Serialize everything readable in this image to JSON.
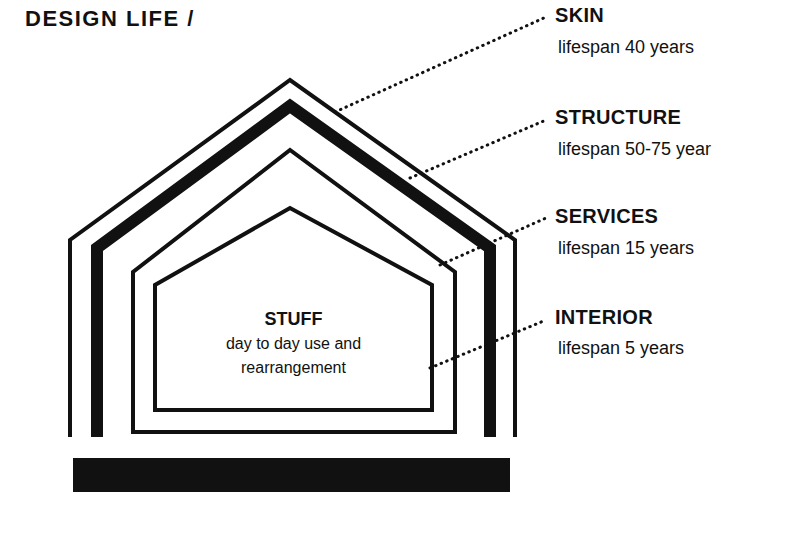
{
  "diagram": {
    "title": "DESIGN LIFE /",
    "nodes": [
      {
        "text": [
          "STUFF",
          "day to day use and rearrangement"
        ]
      }
    ],
    "labels": [
      "SKIN",
      "lifespan 40 years",
      "STRUCTURE",
      "lifespan 50-75 year",
      "SERVICES",
      "lifespan 15 years",
      "INTERIOR",
      "lifespan 5 years"
    ]
  }
}
